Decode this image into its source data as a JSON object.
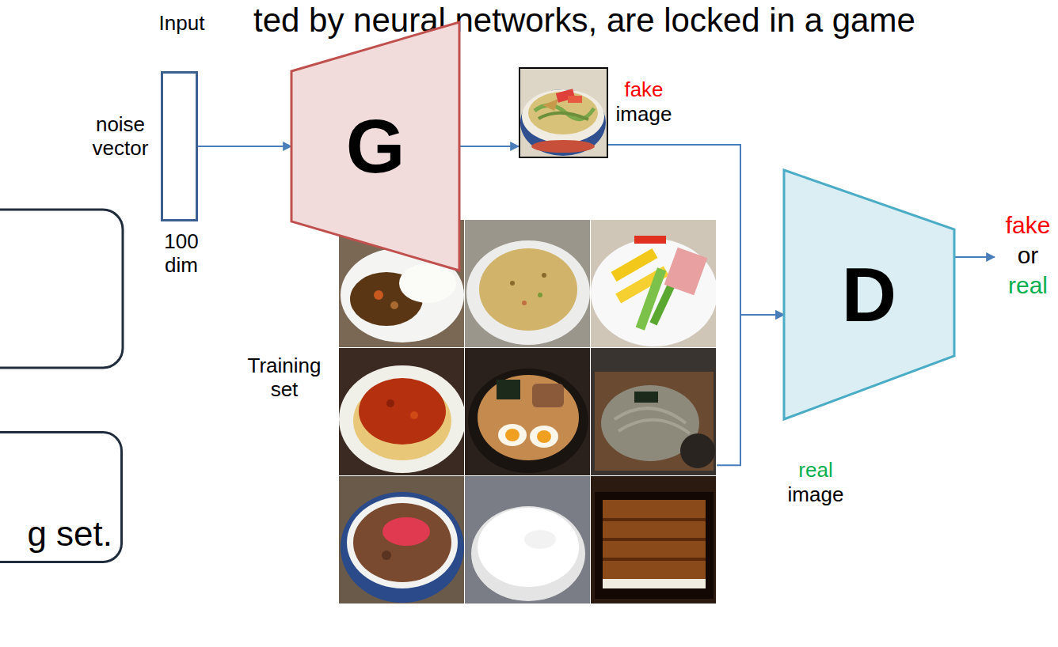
{
  "diagram": {
    "title": "ted by neural networks, are locked in a game",
    "nodes": [
      {
        "text": [
          "Input",
          "noise vector",
          "100 dim"
        ]
      },
      {
        "text": [
          "G"
        ]
      },
      {
        "text": [
          "fake",
          "image"
        ]
      },
      {
        "text": [
          "D"
        ]
      },
      {
        "text": [
          "Training set"
        ]
      },
      {
        "text": [
          "g set."
        ]
      }
    ],
    "edges": [
      {
        "from": 0,
        "to": 1,
        "arrow": "to"
      },
      {
        "from": 1,
        "to": 2,
        "arrow": "to"
      },
      {
        "from": 2,
        "to": 3,
        "arrow": "to"
      },
      {
        "from": 4,
        "to": 3,
        "arrow": "to"
      }
    ],
    "labels": [
      "fake",
      "or",
      "real",
      "real",
      "image"
    ]
  }
}
